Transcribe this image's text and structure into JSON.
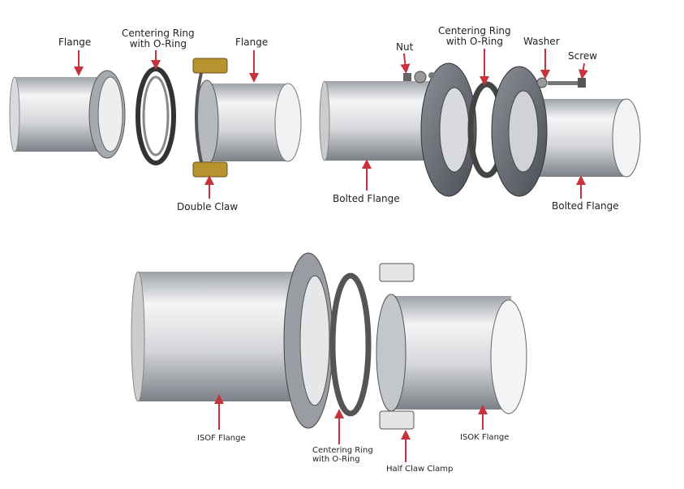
{
  "diagram1": {
    "flange_left": "Flange",
    "centering_ring": [
      "Centering Ring",
      "with O-Ring"
    ],
    "flange_right": "Flange",
    "double_claw": "Double Claw"
  },
  "diagram2": {
    "nut": "Nut",
    "centering_ring": [
      "Centering Ring",
      "with O-Ring"
    ],
    "washer": "Washer",
    "screw": "Screw",
    "bolted_flange_left": "Bolted Flange",
    "bolted_flange_right": "Bolted Flange"
  },
  "diagram3": {
    "isof_flange": "ISOF Flange",
    "centering_ring": [
      "Centering Ring",
      "with O-Ring"
    ],
    "half_claw_clamp": "Half Claw Clamp",
    "isok_flange": "ISOK Flange"
  },
  "colors": {
    "arrow": "#c8323c",
    "claw": "#b8922e",
    "metal": "#c9ccd0",
    "dark_metal": "#6f737a"
  }
}
